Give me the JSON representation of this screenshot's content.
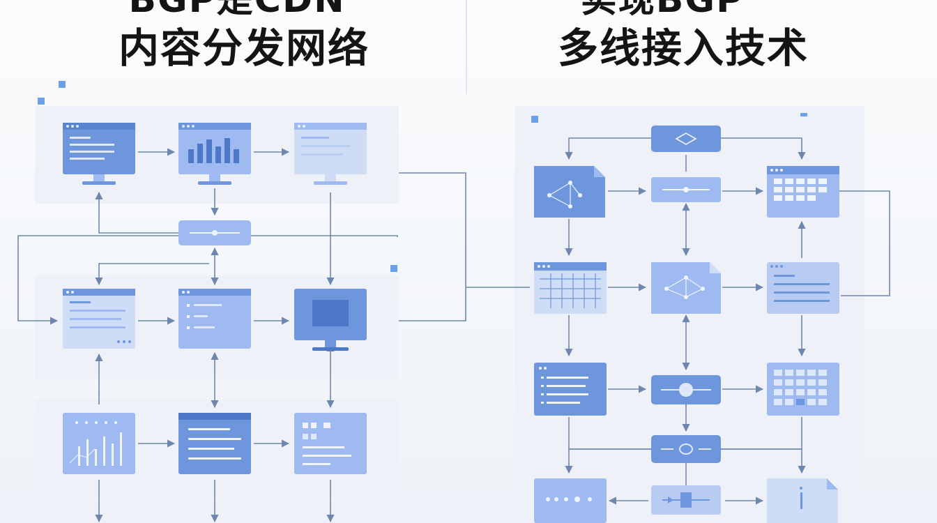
{
  "left": {
    "title_top": "BGP是CDN",
    "title_main": "内容分发网络"
  },
  "right": {
    "title_top": "实现BGP",
    "title_main": "多线接入技术"
  },
  "colors": {
    "node_dark": "#6e96dd",
    "node_mid": "#9fbaf0",
    "node_light": "#cfdcf6",
    "arrow": "#6f87ad",
    "panel": "#eef2f8",
    "accent": "#6aa0e6"
  },
  "icons": [
    "monitor-icon",
    "bar-chart-monitor-icon",
    "list-panel-icon",
    "slider-icon",
    "network-graph-icon",
    "calendar-grid-icon",
    "document-icon",
    "diamond-decision-icon",
    "dots-row-icon"
  ]
}
